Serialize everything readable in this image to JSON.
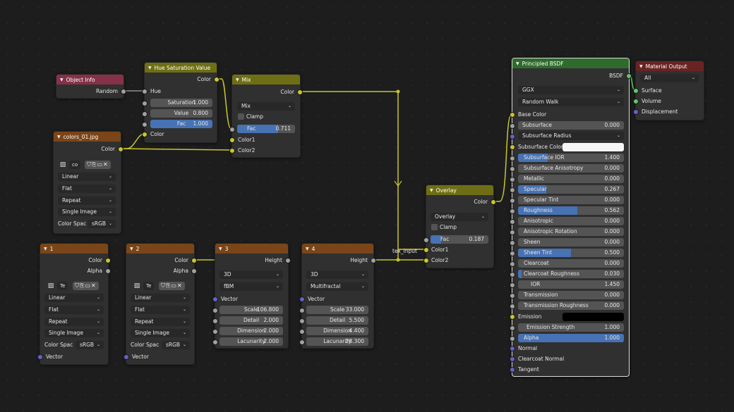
{
  "colors": {
    "wire": "#c7c729",
    "color_socket": "#c7c729",
    "float_socket": "#a1a1a1",
    "vector_socket": "#6363c7",
    "shader_socket": "#63c763",
    "slider_fill": "#4772b3",
    "subsurface_color": "#f5f5f5",
    "emission_color": "#000000"
  },
  "object_info": {
    "title": "Object Info",
    "out_random": "Random"
  },
  "hsv": {
    "title": "Hue Saturation Value",
    "out_color": "Color",
    "in_hue": "Hue",
    "saturation_label": "Saturation",
    "saturation_value": "1.000",
    "value_label": "Value",
    "value_value": "0.800",
    "fac_label": "Fac",
    "fac_value": "1.000",
    "in_color": "Color"
  },
  "mix": {
    "title": "Mix",
    "out_color": "Color",
    "blend_mode": "Mix",
    "clamp_label": "Clamp",
    "fac_label": "Fac",
    "fac_value": "0.711",
    "fac_fill": 0.711,
    "in_color1": "Color1",
    "in_color2": "Color2"
  },
  "colors_img": {
    "title": "colors_01.jpg",
    "out_color": "Color",
    "image_name": "co",
    "interpolation": "Linear",
    "projection": "Flat",
    "extension": "Repeat",
    "source": "Single Image",
    "colorspace_label": "Color Spac",
    "colorspace_value": "sRGB"
  },
  "tex1": {
    "title": "1",
    "out_color": "Color",
    "out_alpha": "Alpha",
    "image_name": "Te",
    "interpolation": "Linear",
    "projection": "Flat",
    "extension": "Repeat",
    "source": "Single Image",
    "colorspace_label": "Color Spac",
    "colorspace_value": "sRGB",
    "in_vector": "Vector"
  },
  "tex2": {
    "title": "2",
    "out_color": "Color",
    "out_alpha": "Alpha",
    "image_name": "Te",
    "interpolation": "Linear",
    "projection": "Flat",
    "extension": "Repeat",
    "source": "Single Image",
    "colorspace_label": "Color Spac",
    "colorspace_value": "sRGB",
    "in_vector": "Vector"
  },
  "noise3": {
    "title": "3",
    "out_height": "Height",
    "dims": "3D",
    "type": "fBM",
    "in_vector": "Vector",
    "scale_label": "Scale",
    "scale_value": "106.800",
    "detail_label": "Detail",
    "detail_value": "2.000",
    "dimension_label": "Dimension",
    "dimension_value": "2.000",
    "lacunarity_label": "Lacunarity",
    "lacunarity_value": "2.000"
  },
  "noise4": {
    "title": "4",
    "out_height": "Height",
    "dims": "3D",
    "type": "Multifractal",
    "in_vector": "Vector",
    "scale_label": "Scale",
    "scale_value": "33.000",
    "detail_label": "Detail",
    "detail_value": "5.500",
    "dimension_label": "Dimension",
    "dimension_value": "4.400",
    "lacunarity_label": "Lacunarity",
    "lacunarity_value": "28.300"
  },
  "overlay": {
    "title": "Overlay",
    "out_color": "Color",
    "blend_mode": "Overlay",
    "clamp_label": "Clamp",
    "fac_label": "Fac",
    "fac_value": "0.187",
    "fac_fill": 0.187,
    "in_color1": "Color1",
    "in_color2": "Color2"
  },
  "reroute_label": "tex_input",
  "bsdf": {
    "title": "Principled BSDF",
    "out_bsdf": "BSDF",
    "distribution": "GGX",
    "subsurface_method": "Random Walk",
    "base_color": "Base Color",
    "subsurface_label": "Subsurface",
    "subsurface_value": "0.000",
    "subsurface_radius": "Subsurface Radius",
    "subsurface_color": "Subsurface Color",
    "rows": [
      {
        "label": "Subsurface IOR",
        "value": "1.400",
        "fill": 0.28
      },
      {
        "label": "Subsurface Anisotropy",
        "value": "0.000",
        "fill": 0
      },
      {
        "label": "Metallic",
        "value": "0.000",
        "fill": 0
      },
      {
        "label": "Specular",
        "value": "0.267",
        "fill": 0.267
      },
      {
        "label": "Specular Tint",
        "value": "0.000",
        "fill": 0
      },
      {
        "label": "Roughness",
        "value": "0.562",
        "fill": 0.562
      },
      {
        "label": "Anisotropic",
        "value": "0.000",
        "fill": 0
      },
      {
        "label": "Anisotropic Rotation",
        "value": "0.000",
        "fill": 0
      },
      {
        "label": "Sheen",
        "value": "0.000",
        "fill": 0
      },
      {
        "label": "Sheen Tint",
        "value": "0.500",
        "fill": 0.5
      },
      {
        "label": "Clearcoat",
        "value": "0.000",
        "fill": 0
      },
      {
        "label": "Clearcoat Roughness",
        "value": "0.030",
        "fill": 0.03
      },
      {
        "label": "IOR",
        "value": "1.450",
        "fill": 0
      },
      {
        "label": "Transmission",
        "value": "0.000",
        "fill": 0
      },
      {
        "label": "Transmission Roughness",
        "value": "0.000",
        "fill": 0
      }
    ],
    "emission": "Emission",
    "emission_strength_label": "Emission Strength",
    "emission_strength_value": "1.000",
    "alpha_label": "Alpha",
    "alpha_value": "1.000",
    "normal": "Normal",
    "clearcoat_normal": "Clearcoat Normal",
    "tangent": "Tangent"
  },
  "output": {
    "title": "Material Output",
    "target": "All",
    "surface": "Surface",
    "volume": "Volume",
    "displacement": "Displacement"
  }
}
